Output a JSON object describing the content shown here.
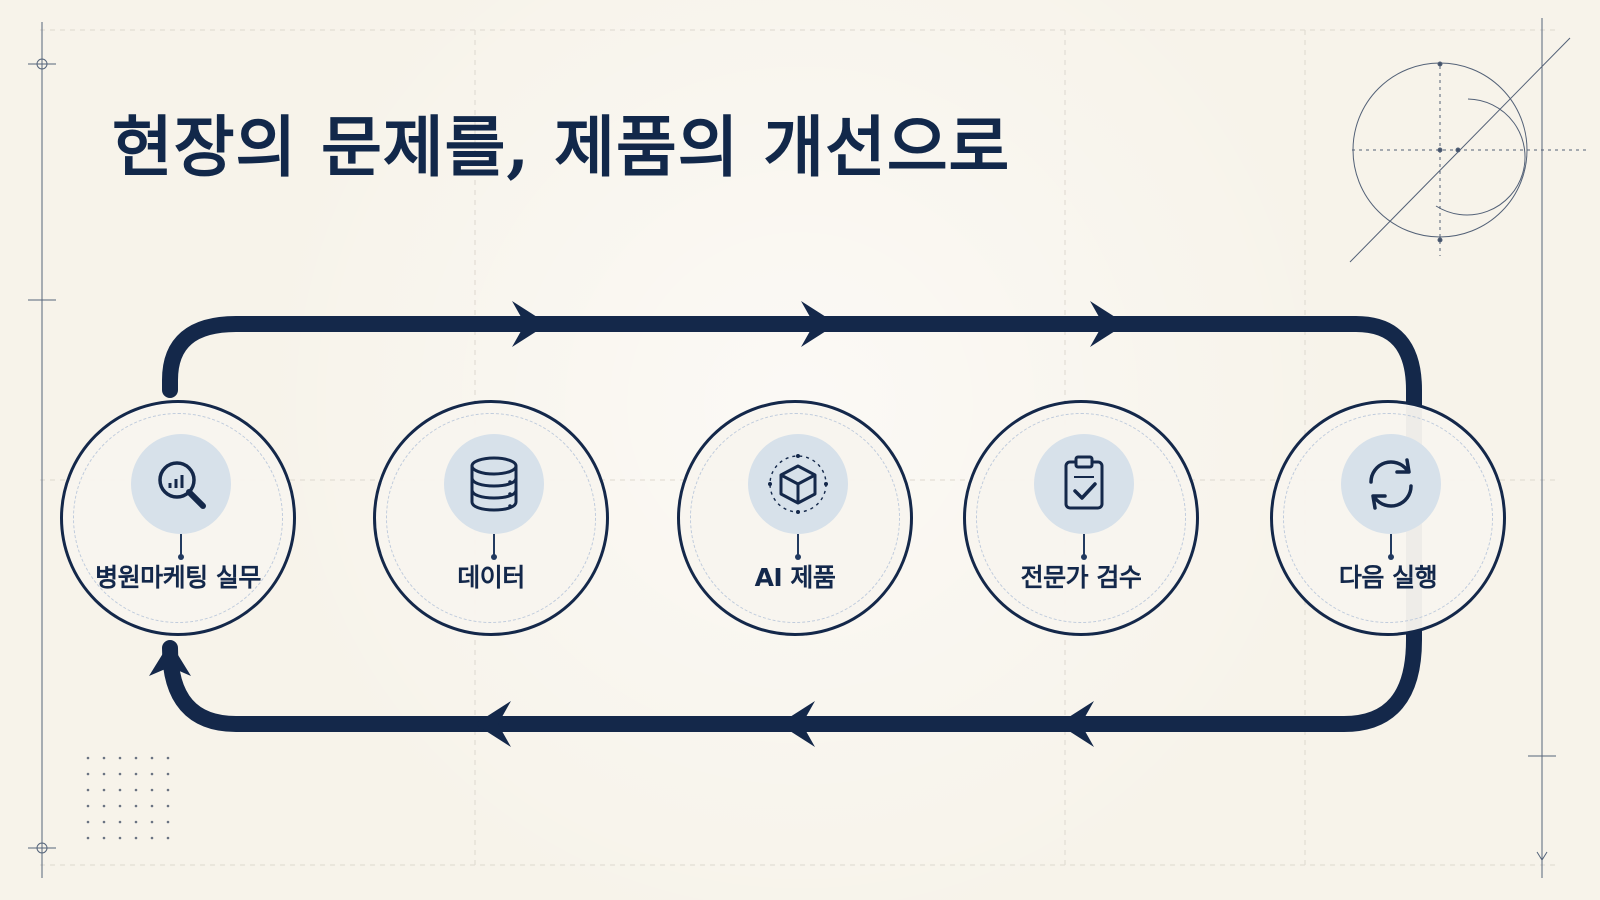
{
  "slide": {
    "title": "현장의 문제를, 제품의 개선으로"
  },
  "steps": [
    {
      "label": "병원마케팅 실무",
      "icon": "magnifying-chart-icon"
    },
    {
      "label": "데이터",
      "icon": "database-icon"
    },
    {
      "label": "AI 제품",
      "icon": "cube-icon"
    },
    {
      "label": "전문가 검수",
      "icon": "clipboard-check-icon"
    },
    {
      "label": "다음 실행",
      "icon": "refresh-icon"
    }
  ],
  "colors": {
    "background": "#f7f3ea",
    "navy": "#14284a",
    "icon_disc": "#d7e1ea",
    "guide_line": "#d9d6ce"
  }
}
